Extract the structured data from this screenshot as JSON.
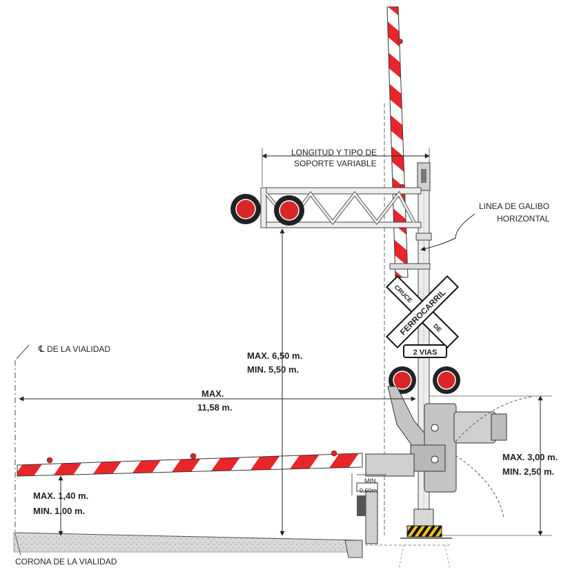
{
  "labels": {
    "support_length_1": "LONGITUD Y TIPO DE",
    "support_length_2": "SOPORTE VARIABLE",
    "galibo_1": "LINEA DE GALIBO",
    "galibo_2": "HORIZONTAL",
    "centerline": "DE LA VIALIDAD",
    "centerline_symbol": "℄",
    "height_lights_max": "MAX. 6,50 m.",
    "height_lights_min": "MIN.  5,50 m.",
    "horizontal_max_1": "MAX.",
    "horizontal_max_2": "11,58 m.",
    "arm_height_max": "MAX. 1,40 m.",
    "arm_height_min": "MIN.  1,00 m.",
    "clearance_1": "MIN.",
    "clearance_2": "0,60m.",
    "mech_height_max": "MAX. 3,00 m.",
    "mech_height_min": "MIN.  2,50 m.",
    "road_crown": "CORONA DE LA VIALIDAD"
  },
  "crossbuck": {
    "word_1": "CRUCE",
    "word_2": "DE",
    "word_3": "FERROCARRIL",
    "tracks_plate": "2 VIAS"
  },
  "colors": {
    "stripe_red": "#e8262a",
    "light_red": "#d8262b",
    "mechanism_gray": "#c4c4c4",
    "ground_gray": "#d6d6d6"
  }
}
